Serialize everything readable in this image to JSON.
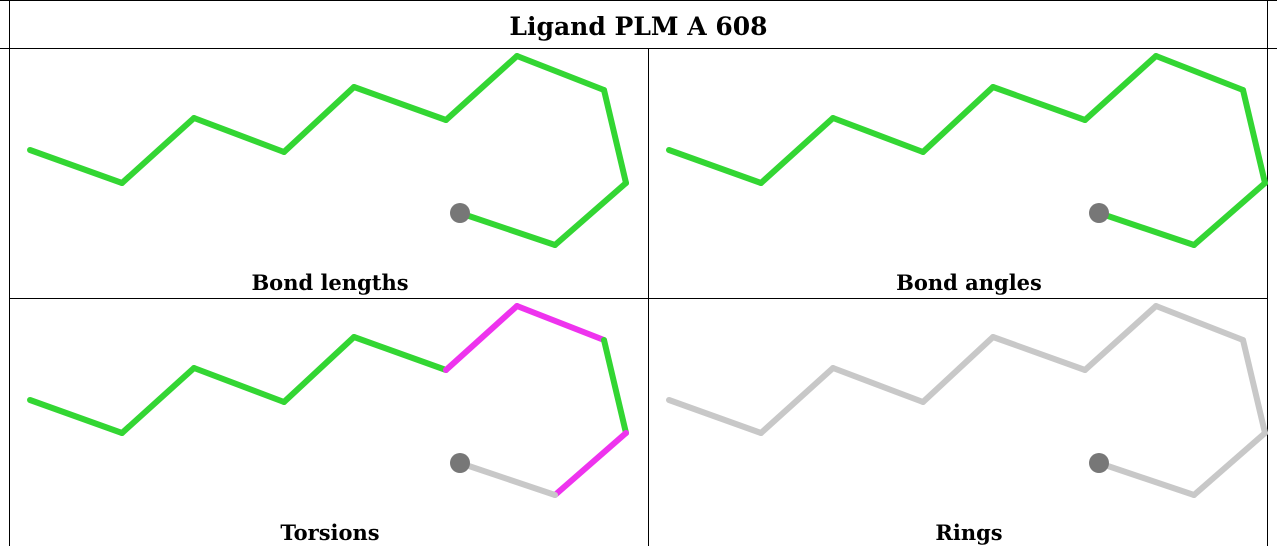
{
  "title": "Ligand PLM A 608",
  "colors": {
    "ok": "#33d633",
    "outlier": "#ee33ee",
    "none": "#c8c8c8",
    "atom": "#777777"
  },
  "panels": [
    {
      "id": "bond-lengths",
      "caption": "Bond lengths",
      "bond_status": [
        "ok",
        "ok",
        "ok",
        "ok",
        "ok",
        "ok",
        "ok",
        "ok",
        "ok",
        "ok",
        "outlier",
        "ok",
        "ok"
      ]
    },
    {
      "id": "bond-angles",
      "caption": "Bond angles",
      "bond_status": [
        "ok",
        "ok",
        "ok",
        "ok",
        "ok",
        "ok",
        "ok",
        "ok",
        "ok",
        "ok",
        "ok",
        "ok",
        "ok"
      ]
    },
    {
      "id": "torsions",
      "caption": "Torsions",
      "bond_status": [
        "ok",
        "ok",
        "ok",
        "ok",
        "ok",
        "outlier",
        "outlier",
        "ok",
        "outlier",
        "none",
        "none",
        "none",
        "none"
      ]
    },
    {
      "id": "rings",
      "caption": "Rings",
      "bond_status": [
        "none",
        "none",
        "none",
        "none",
        "none",
        "none",
        "none",
        "none",
        "none",
        "none",
        "none",
        "none",
        "none"
      ]
    }
  ]
}
